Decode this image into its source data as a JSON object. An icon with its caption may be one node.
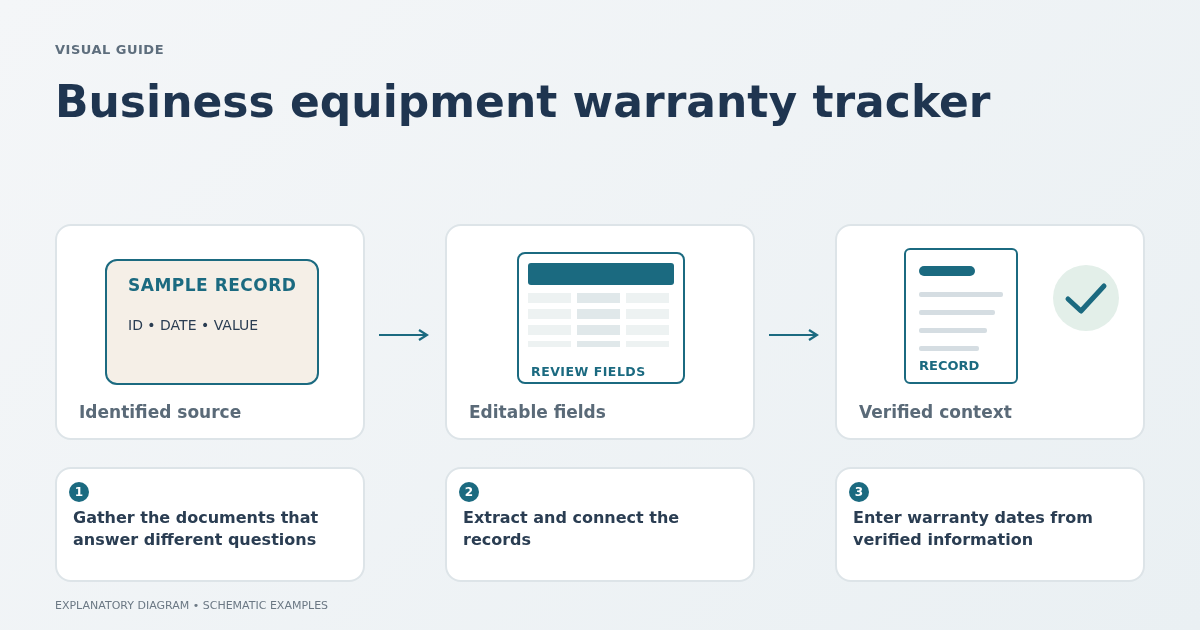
{
  "diagram": {
    "title": "Business equipment warranty tracker",
    "caption": "EXPLANATORY DIAGRAM • SCHEMATIC EXAMPLES",
    "nodes": [
      {
        "text": [
          "Identified source"
        ]
      },
      {
        "text": [
          "SAMPLE RECORD",
          "ID • DATE • VALUE"
        ],
        "in": 0
      },
      {
        "text": [
          "Editable fields"
        ]
      },
      {
        "text": [
          "REVIEW FIELDS"
        ],
        "in": 2
      },
      {
        "text": [
          "Verified context"
        ]
      },
      {
        "text": [
          "RECORD"
        ],
        "in": 4
      },
      {
        "text": [
          "1",
          "Gather the documents that answer different questions"
        ]
      },
      {
        "text": [
          "2",
          "Extract and connect the records"
        ]
      },
      {
        "text": [
          "3",
          "Enter warranty dates from verified information"
        ]
      }
    ],
    "edges": [
      {
        "from": 0,
        "to": 2,
        "arrow": "to"
      },
      {
        "from": 2,
        "to": 4,
        "arrow": "to"
      }
    ],
    "labels": [
      "VISUAL GUIDE"
    ]
  }
}
